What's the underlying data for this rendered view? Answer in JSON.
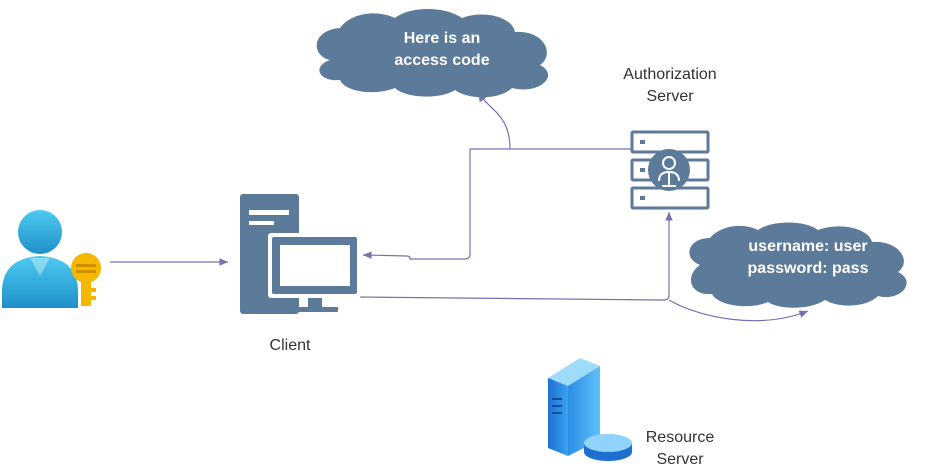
{
  "nodes": {
    "client": {
      "label": "Client"
    },
    "auth_server": {
      "label_lines": [
        "Authorization",
        "Server"
      ]
    },
    "resource_server": {
      "label_lines": [
        "Resource",
        "Server"
      ]
    }
  },
  "clouds": {
    "access_code": {
      "lines": [
        "Here is an",
        "access code"
      ]
    },
    "credentials": {
      "lines": [
        "username: user",
        "password: pass"
      ]
    }
  },
  "colors": {
    "cloud_fill": "#5c7a99",
    "server_stroke": "#5c7a99",
    "client_fill": "#5c7a99",
    "arrow": "#7b6fae",
    "user_blue": "#3fb6e0",
    "key_gold": "#f5b700"
  },
  "icons": {
    "user": "user-with-key-icon",
    "client": "desktop-computer-icon",
    "auth_server": "server-rack-user-icon",
    "resource_server": "server-database-icon"
  }
}
